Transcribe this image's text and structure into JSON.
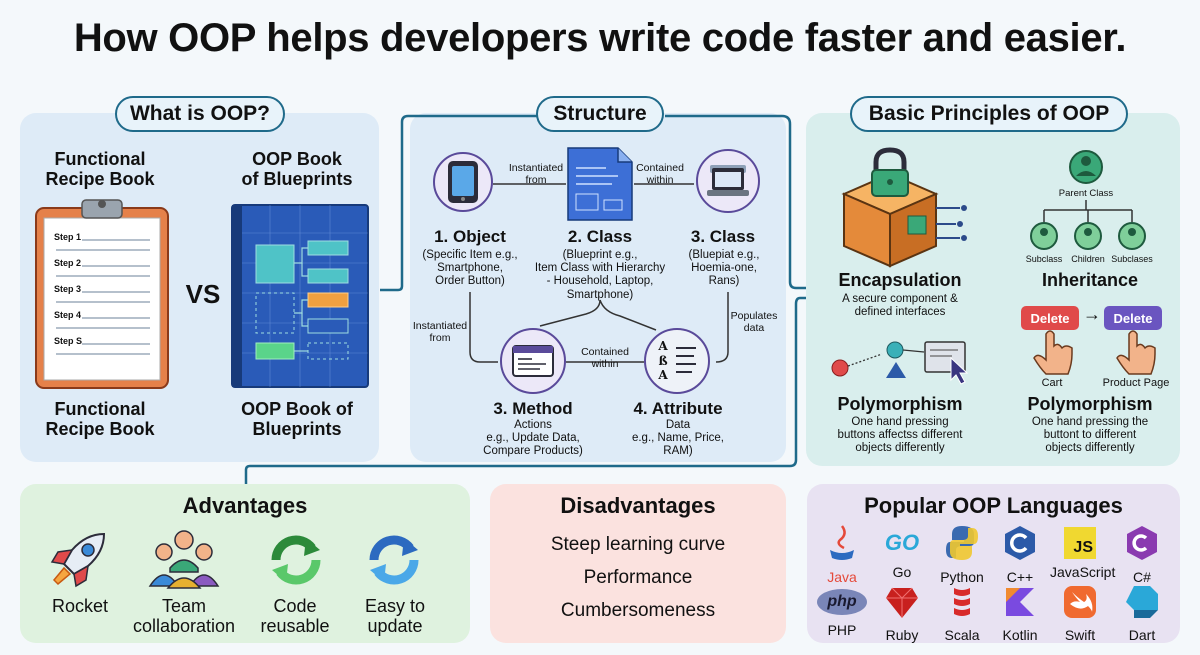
{
  "title": "How OOP helps developers write code faster and easier.",
  "what_is_oop": {
    "heading": "What is OOP?",
    "left_top": "Functional\nRecipe Book",
    "right_top": "OOP Book\nof Blueprints",
    "vs": "VS",
    "steps": [
      "Step 1",
      "Step 2",
      "Step 3",
      "Step 4",
      "Step S"
    ],
    "left_bottom": "Functional\nRecipe Book",
    "right_bottom": "OOP Book of\nBlueprints"
  },
  "structure": {
    "heading": "Structure",
    "labels": {
      "instantiated_from_top": "Instantiated\nfrom",
      "contained_within_top": "Contained\nwithin",
      "instantiated_from_left": "Instantiated\nfrom",
      "contained_within_bottom": "Contained\nwithin",
      "populates_data": "Populates\ndata"
    },
    "object": {
      "title": "1. Object",
      "desc": "(Specific Item e.g.,\nSmartphone,\nOrder Button)"
    },
    "class_mid": {
      "title": "2. Class",
      "desc": "(Blueprint e.g.,\nItem Class with Hierarchy\n- Household, Laptop,\nSmartphone)"
    },
    "class_right": {
      "title": "3. Class",
      "desc": "(Bluepiat e.g.,\nHoemia-one,\nRans)"
    },
    "method": {
      "title": "3. Method",
      "desc": "Actions\ne.g., Update Data,\nCompare Products)"
    },
    "attribute": {
      "title": "4. Attribute",
      "desc": "Data\ne.g., Name, Price,\nRAM)"
    },
    "attr_glyphs": [
      "A",
      "ß",
      "A"
    ]
  },
  "principles": {
    "heading": "Basic Principles of OOP",
    "encapsulation": {
      "title": "Encapsulation",
      "desc": "A secure component &\ndefined interfaces"
    },
    "inheritance": {
      "title": "Inheritance",
      "parent": "Parent Class",
      "children": [
        "Subclass",
        "Children",
        "Subclases"
      ]
    },
    "poly_left": {
      "title": "Polymorphism",
      "desc": "One hand pressing\nbuttons affectss different\nobjects differently"
    },
    "poly_right": {
      "title": "Polymorphism",
      "desc": "One hand pressing the\nbuttont to different\nobjects differently",
      "button_left": "Delete",
      "button_right": "Delete",
      "caption_left": "Cart",
      "caption_right": "Product Page"
    }
  },
  "advantages": {
    "heading": "Advantages",
    "items": [
      "Rocket",
      "Team\ncollaboration",
      "Code\nreusable",
      "Easy to\nupdate"
    ]
  },
  "disadvantages": {
    "heading": "Disadvantages",
    "items": [
      "Steep learning curve",
      "Performance",
      "Cumbersomeness"
    ]
  },
  "languages": {
    "heading": "Popular OOP Languages",
    "row1": [
      "Java",
      "Go",
      "Python",
      "C++",
      "JavaScript",
      "C#"
    ],
    "row2": [
      "PHP",
      "Ruby",
      "Scala",
      "Kotlin",
      "Swift",
      "Dart"
    ],
    "logo_text": {
      "go": "GO",
      "js": "JS",
      "php": "php"
    }
  },
  "colors": {
    "connector": "#1f6a8a",
    "delete_red": "#e04a4a",
    "delete_purple": "#6a55c0",
    "java_red": "#e5493a"
  }
}
